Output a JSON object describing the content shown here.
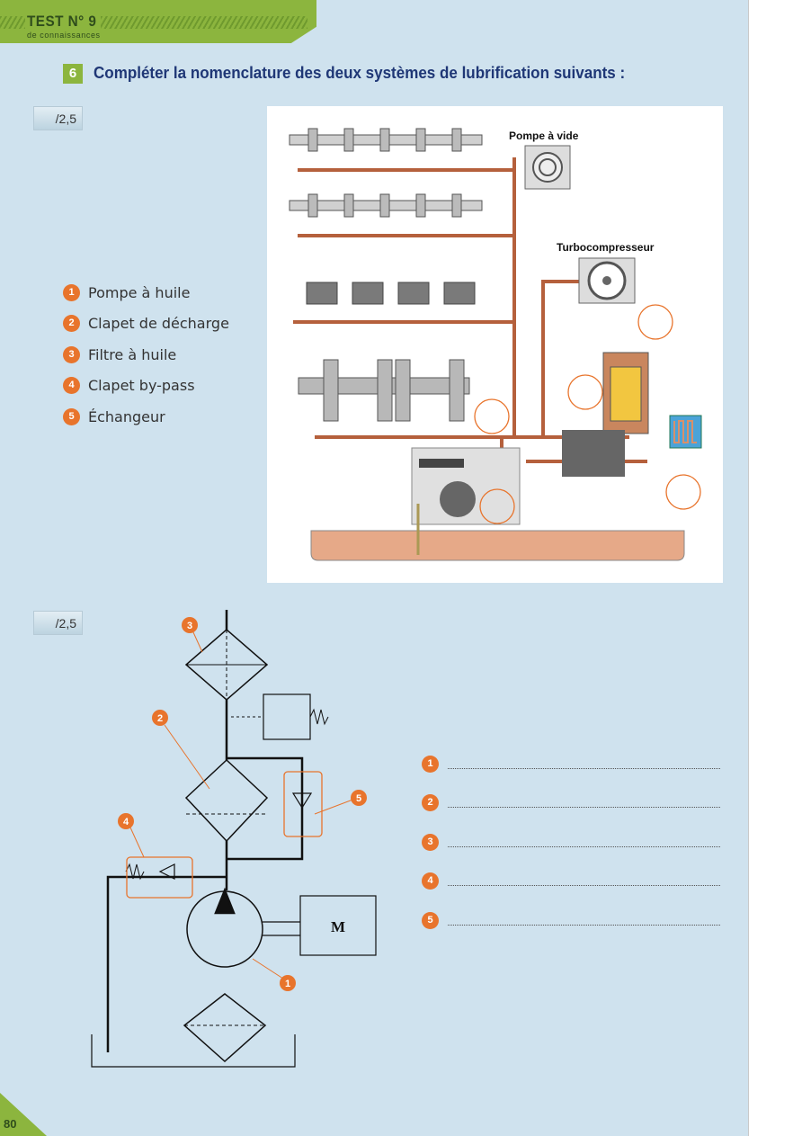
{
  "header": {
    "test_title": "TEST N° 9",
    "subtitle": "de connaissances"
  },
  "question": {
    "number": "6",
    "title": "Compléter la nomenclature des deux systèmes de lubrification suivants :"
  },
  "scores": [
    "/2,5",
    "/2,5"
  ],
  "legend": [
    {
      "num": "1",
      "label": "Pompe à huile"
    },
    {
      "num": "2",
      "label": "Clapet de décharge"
    },
    {
      "num": "3",
      "label": "Filtre à huile"
    },
    {
      "num": "4",
      "label": "Clapet by-pass"
    },
    {
      "num": "5",
      "label": "Échangeur"
    }
  ],
  "diagram": {
    "vacuum_pump_label": "Pompe à vide",
    "turbo_label": "Turbocompresseur"
  },
  "schematic": {
    "motor_label": "M",
    "markers": [
      "1",
      "2",
      "3",
      "4",
      "5"
    ]
  },
  "answers": [
    "1",
    "2",
    "3",
    "4",
    "5"
  ],
  "page_number": "80",
  "colors": {
    "accent_green": "#8cb53e",
    "title_navy": "#1f3776",
    "marker_orange": "#e8742c",
    "oil": "#d9906a"
  }
}
